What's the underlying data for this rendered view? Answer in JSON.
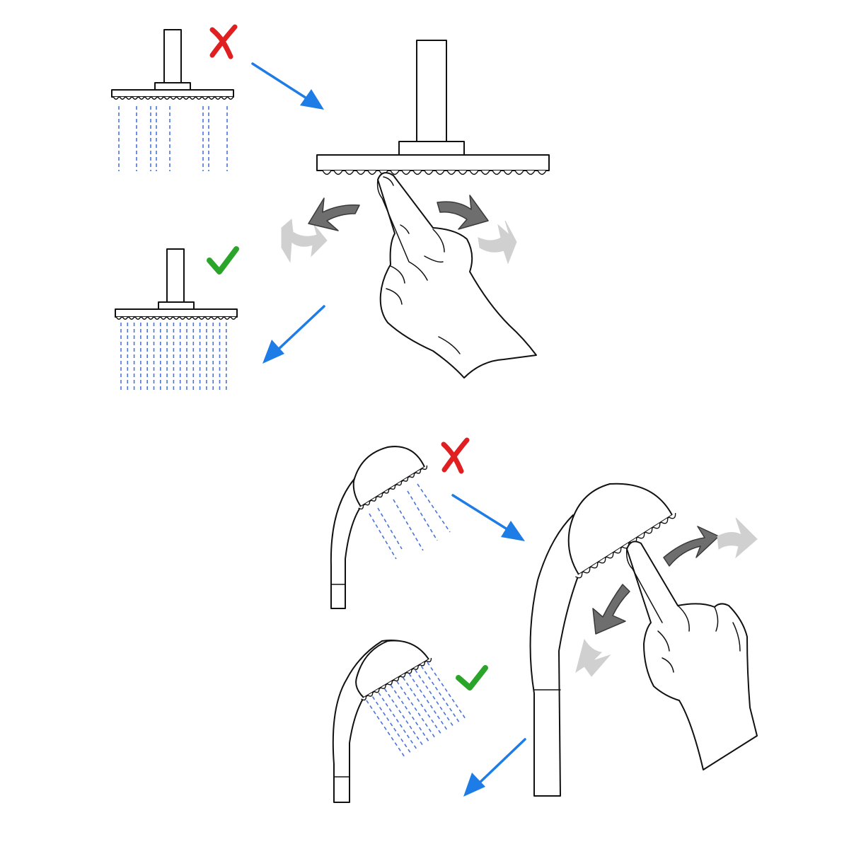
{
  "diagram": {
    "sections": [
      {
        "name": "fixed-rain-shower-head",
        "steps": [
          "blocked-spray",
          "rub-nozzles",
          "even-spray"
        ]
      },
      {
        "name": "handheld-shower-head",
        "steps": [
          "blocked-spray",
          "rub-nozzles",
          "even-spray"
        ]
      }
    ],
    "colors": {
      "water": "#4a74d6",
      "flow_arrow": "#1e7ce6",
      "wrong_mark": "#e02020",
      "correct_mark": "#2aa52a",
      "rub_arrow_dark": "#6e6e6e",
      "rub_arrow_light": "#d0d0d0"
    },
    "icons": [
      "cross-icon",
      "check-icon",
      "arrow-icon",
      "finger-icon"
    ]
  }
}
